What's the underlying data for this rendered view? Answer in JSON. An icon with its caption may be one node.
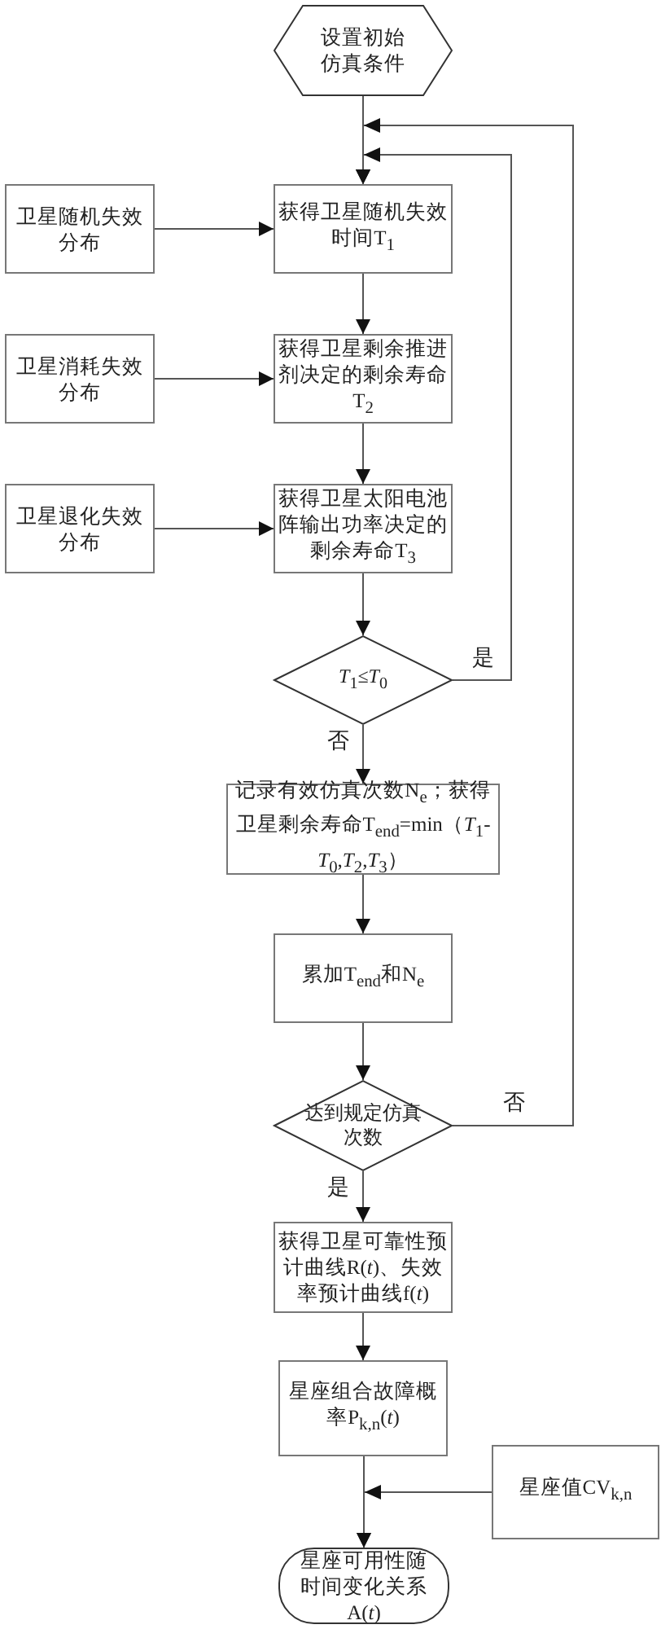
{
  "diagram": {
    "nodes": [
      {
        "text": [
          "设置初始仿真条件"
        ]
      },
      {
        "text": [
          "卫星随机失效分布"
        ]
      },
      {
        "text": [
          "获得卫星随机失效时间T$_{1}$"
        ]
      },
      {
        "text": [
          "卫星消耗失效分布"
        ]
      },
      {
        "text": [
          "获得卫星剩余推进剂决定的剩余寿命T$_{2}$"
        ]
      },
      {
        "text": [
          "卫星退化失效分布"
        ]
      },
      {
        "text": [
          "获得卫星太阳电池阵输出功率决定的剩余寿命T$_{3}$"
        ]
      },
      {
        "text": [
          "*T*$_{1}$≤*T*$_{0}$"
        ]
      },
      {
        "text": [
          "记录有效仿真次数N$_{e}$；获得卫星剩余寿命T$_{end}$=min（*T*$_{1}$-*T*$_{0}$,*T*$_{2}$,*T*$_{3}$）"
        ]
      },
      {
        "text": [
          "累加T$_{end}$和N$_{e}$"
        ]
      },
      {
        "text": [
          "达到规定仿真次数"
        ]
      },
      {
        "text": [
          "获得卫星可靠性预计曲线R(*t*)、失效率预计曲线f(*t*)"
        ]
      },
      {
        "text": [
          "星座组合故障概率P$_{k,n}$(*t*)"
        ]
      },
      {
        "text": [
          "星座值CV$_{k,n}$"
        ]
      },
      {
        "text": [
          "星座可用性随时间变化关系A(*t*)"
        ]
      }
    ],
    "edges": [
      {
        "from": 0,
        "to": 2,
        "arrow": "to"
      },
      {
        "from": 1,
        "to": 2,
        "arrow": "to"
      },
      {
        "from": 3,
        "to": 4,
        "arrow": "to"
      },
      {
        "from": 5,
        "to": 6,
        "arrow": "to"
      },
      {
        "from": 2,
        "to": 4,
        "arrow": "to"
      },
      {
        "from": 4,
        "to": 6,
        "arrow": "to"
      },
      {
        "from": 6,
        "to": 7,
        "arrow": "to"
      },
      {
        "from": 7,
        "to": 2,
        "arrow": "to",
        "label": "是"
      },
      {
        "from": 7,
        "to": 8,
        "arrow": "to",
        "label": "否"
      },
      {
        "from": 8,
        "to": 9,
        "arrow": "to"
      },
      {
        "from": 9,
        "to": 10,
        "arrow": "to"
      },
      {
        "from": 10,
        "to": 2,
        "arrow": "to",
        "label": "否"
      },
      {
        "from": 10,
        "to": 11,
        "arrow": "to",
        "label": "是"
      },
      {
        "from": 11,
        "to": 12,
        "arrow": "to"
      },
      {
        "from": 12,
        "to": 14,
        "arrow": "to"
      },
      {
        "from": 13,
        "to": 14,
        "arrow": "to"
      }
    ]
  }
}
